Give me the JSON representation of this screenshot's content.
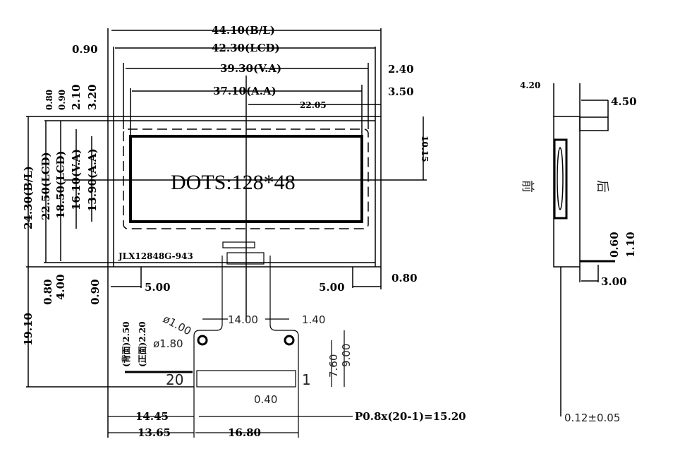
{
  "front_view": {
    "width_bl": "44.10(B/L)",
    "width_lcd": "42.30(LCD)",
    "offset_lcd_left": "0.90",
    "width_va": "39.30(V.A)",
    "offset_va_right": "2.40",
    "width_aa": "37.10(A.A)",
    "offset_aa_right": "3.50",
    "center_offset": "22.05",
    "top_offsets": [
      "0.80",
      "0.90",
      "2.10",
      "3.20"
    ],
    "height_bl": "24.30(B/L)",
    "height_lcd_outer": "22.50(LCD)",
    "height_lcd_inner": "18.50(LCD)",
    "height_va": "16.10(V.A)",
    "height_aa": "13.90(A.A)",
    "center_height": "10.15",
    "dots": "DOTS:128*48",
    "model": "JLX12848G-943",
    "bottom_left_offsets": [
      "0.80",
      "4.00",
      "0.90"
    ],
    "bottom_left_5": "5.00",
    "bottom_right_5": "5.00",
    "bottom_right_offset": "0.80"
  },
  "fpc": {
    "total_height": "19.10",
    "hole_inner_dia": "ø1.00",
    "hole_outer_dia": "ø1.80",
    "hole_spacing": "14.00",
    "hole_edge": "1.40",
    "hole_to_edge_76": "7.60",
    "hole_to_edge_90": "9.00",
    "back_thickness": "(背面)2.50",
    "front_thickness": "(正面)2.20",
    "pin_first": "20",
    "pin_last": "1",
    "pin_width": "0.40",
    "offset_1445": "14.45",
    "offset_1365": "13.65",
    "tail_width": "16.80",
    "pitch_formula": "P0.8x(20-1)=15.20"
  },
  "side_view": {
    "thickness": "4.20",
    "connector": "4.50",
    "front_label": "前",
    "back_label": "后",
    "dim_060": "0.60",
    "dim_110": "1.10",
    "dim_300": "3.00",
    "fpc_thickness": "0.12±0.05"
  }
}
